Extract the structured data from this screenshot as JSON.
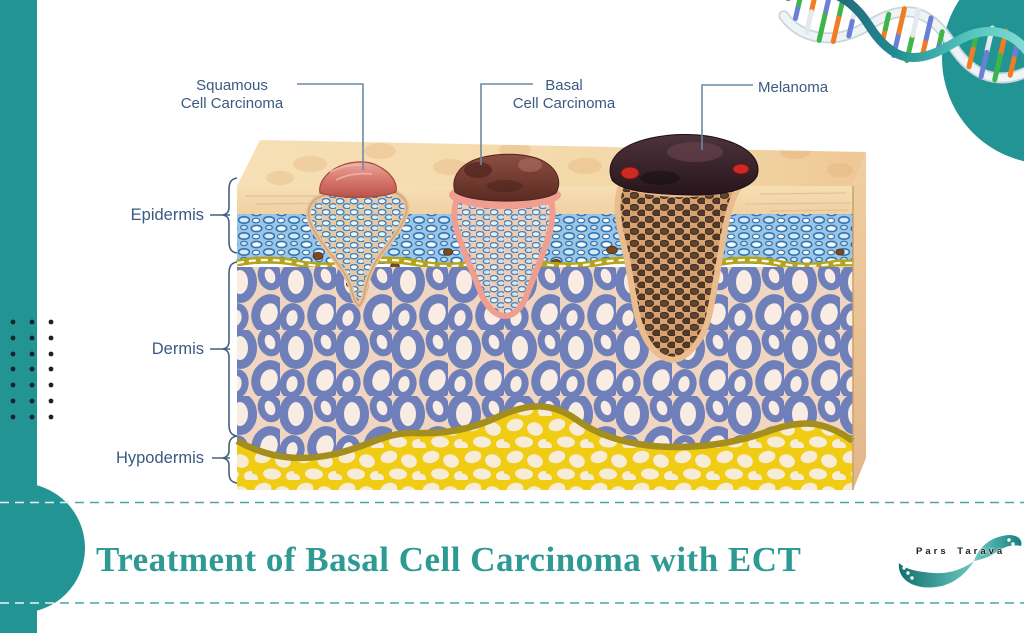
{
  "colors": {
    "teal_accent": "#239494",
    "title_teal": "#2d9a94",
    "label_blue": "#3a5a80"
  },
  "diagram": {
    "tumor_labels": [
      {
        "id": "squamous",
        "line1": "Squamous",
        "line2": "Cell Carcinoma"
      },
      {
        "id": "basal",
        "line1": "Basal",
        "line2": "Cell Carcinoma"
      },
      {
        "id": "melanoma",
        "line1": "Melanoma"
      }
    ],
    "layer_labels": [
      {
        "label": "Epidermis"
      },
      {
        "label": "Dermis"
      },
      {
        "label": "Hypodermis"
      }
    ]
  },
  "footer": {
    "title": "Treatment of Basal Cell Carcinoma with ECT"
  },
  "logo": {
    "part1": "Pars",
    "part2": "Tarava"
  }
}
